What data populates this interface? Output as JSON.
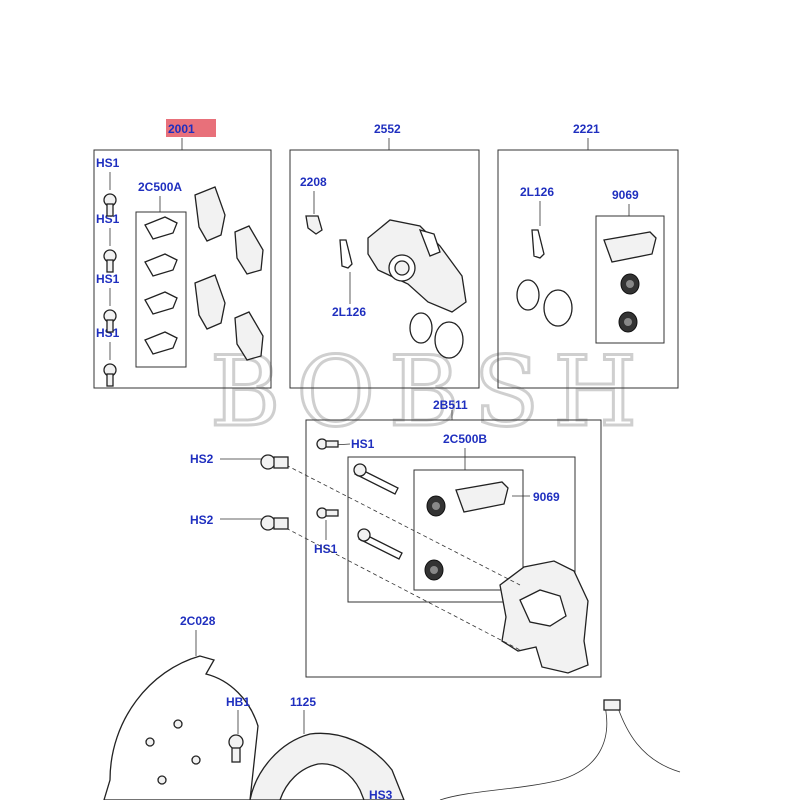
{
  "watermark": "BOBSH",
  "highlight_color": "#e8707a",
  "label_color": "#1f2fbf",
  "groups": {
    "pads": {
      "number": "2001",
      "subkit": "2C500A",
      "bolt": "HS1"
    },
    "caliper": {
      "number": "2552",
      "bleeder": "2208",
      "clip": "2L126"
    },
    "seals": {
      "number": "2221",
      "clip": "2L126",
      "kit": "9069"
    },
    "carrier": {
      "number": "2B511",
      "bolt_top": "HS1",
      "bolt_bottom": "HS1",
      "subkit": "2C500B",
      "kit": "9069"
    }
  },
  "parts": {
    "hs2_a": "HS2",
    "hs2_b": "HS2",
    "shield": "2C028",
    "hb1": "HB1",
    "disc": "1125",
    "hs3": "HS3"
  }
}
